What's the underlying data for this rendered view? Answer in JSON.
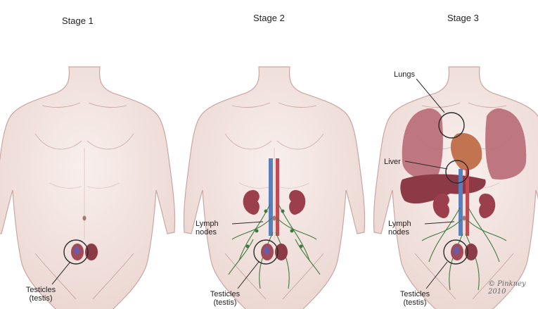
{
  "stages": [
    {
      "title": "Stage 1",
      "labels": {
        "testicles": "Testicles",
        "testicles_sub": "(testis)"
      }
    },
    {
      "title": "Stage 2",
      "labels": {
        "lymph": "Lymph",
        "lymph_sub": "nodes",
        "testicles": "Testicles",
        "testicles_sub": "(testis)"
      }
    },
    {
      "title": "Stage 3",
      "labels": {
        "lungs": "Lungs",
        "liver": "Liver",
        "lymph": "Lymph",
        "lymph_sub": "nodes",
        "testicles": "Testicles",
        "testicles_sub": "(testis)"
      }
    }
  ],
  "signature": "© Pinkney 2010",
  "colors": {
    "skin": "#f6ecea",
    "skin_shade": "#ead3cf",
    "outline": "#c9a8a3",
    "organ": "#a24a55",
    "kidney": "#9c3f4d",
    "lymph": "#3f7a3c",
    "vein": "#5a7fbf",
    "artery": "#c24a55",
    "circle": "#2a2a2a"
  }
}
